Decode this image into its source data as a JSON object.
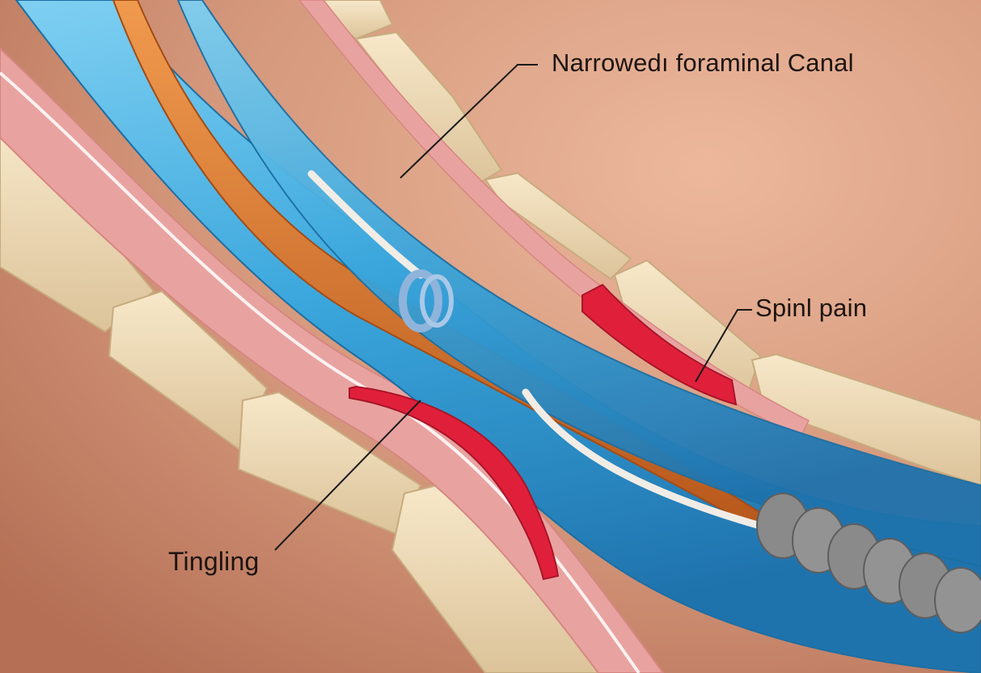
{
  "labels": {
    "canal": "Narrowedı foraminal Canal",
    "pain": "Spinl pain",
    "tingling": "Tingling"
  },
  "colors": {
    "background_light": "#e6ad90",
    "background_dark": "#b46f55",
    "vertebra_bone": "#efdcb8",
    "soft_tissue": "#e8a3a0",
    "blue_tube": "#3ea9dd",
    "orange_nerve": "#d9762d",
    "inflamed_red": "#e0203a",
    "ring": "#8fb4dc",
    "grey_segments": "#8a8a8a"
  },
  "icons": {
    "leader_line": "thin-black-line",
    "ring": "nerve-ring"
  }
}
